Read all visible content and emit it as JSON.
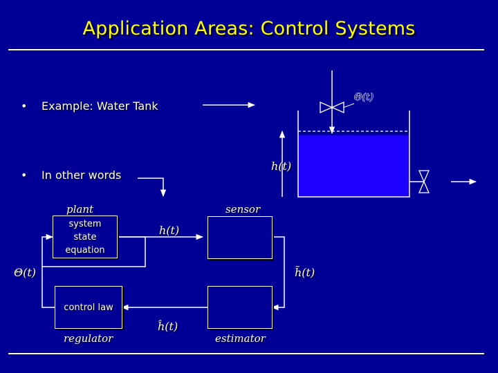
{
  "title": "Application Areas: Control Systems",
  "bullets": [
    {
      "marker": "•",
      "text": "Example: Water Tank"
    },
    {
      "marker": "•",
      "text": "In other words"
    }
  ],
  "tank": {
    "inflow_label": "Θ(t)",
    "level_label": "h(t)",
    "water_color": "#1e00ff"
  },
  "block_diagram": {
    "plant": {
      "heading": "plant",
      "lines": [
        "system",
        "state",
        "equation"
      ]
    },
    "sensor": {
      "heading": "sensor"
    },
    "regulator": {
      "heading": "regulator",
      "box_text": "control law"
    },
    "estimator": {
      "heading": "estimator"
    },
    "signals": {
      "plant_output": "h(t)",
      "input": "Θ(t)",
      "measured": "h̃(t)",
      "estimated": "ĥ(t)"
    }
  },
  "colors": {
    "background": "#000096",
    "title": "#ffff00",
    "text": "#ffffff",
    "water": "#1e00ff"
  }
}
